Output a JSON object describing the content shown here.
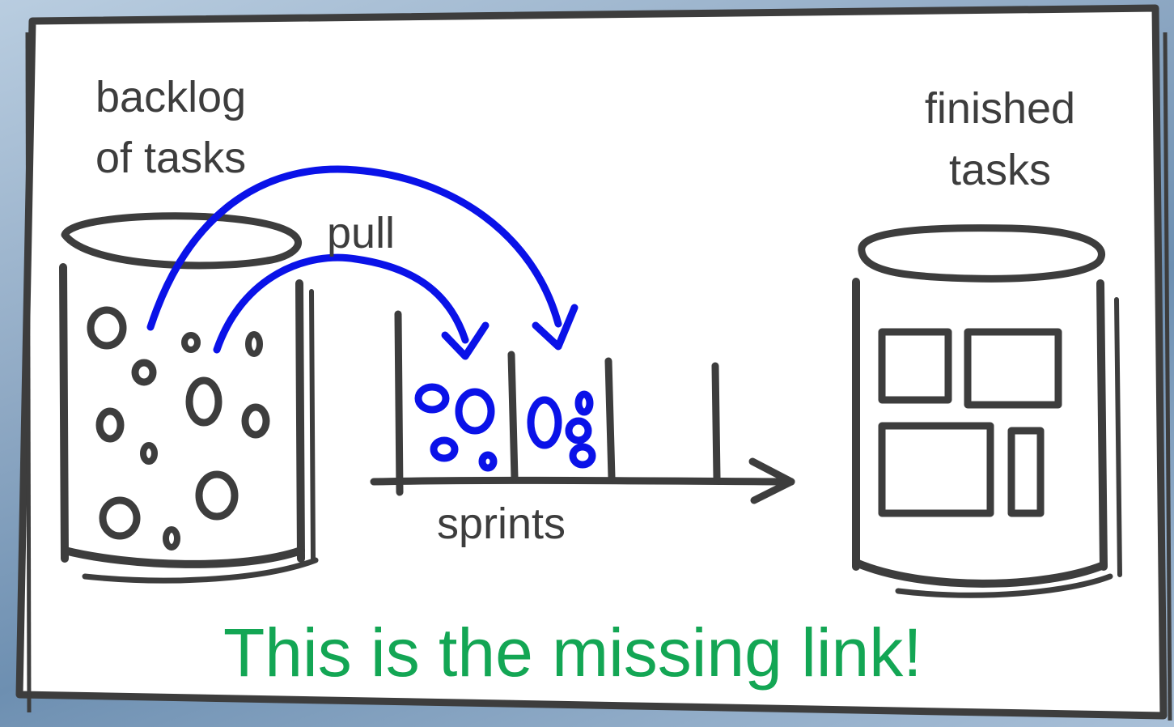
{
  "labels": {
    "backlog_line1": "backlog",
    "backlog_line2": "of tasks",
    "finished_line1": "finished",
    "finished_line2": "tasks",
    "pull": "pull",
    "sprints": "sprints"
  },
  "caption": "This is the missing link!",
  "colors": {
    "ink": "#3d3d3d",
    "arrow": "#0a12e8",
    "caption": "#13a654",
    "panel": "#ffffff"
  },
  "icons": [
    "backlog-bucket-icon",
    "finished-bucket-icon",
    "pull-arrow-icon",
    "timeline-arrow-icon"
  ]
}
